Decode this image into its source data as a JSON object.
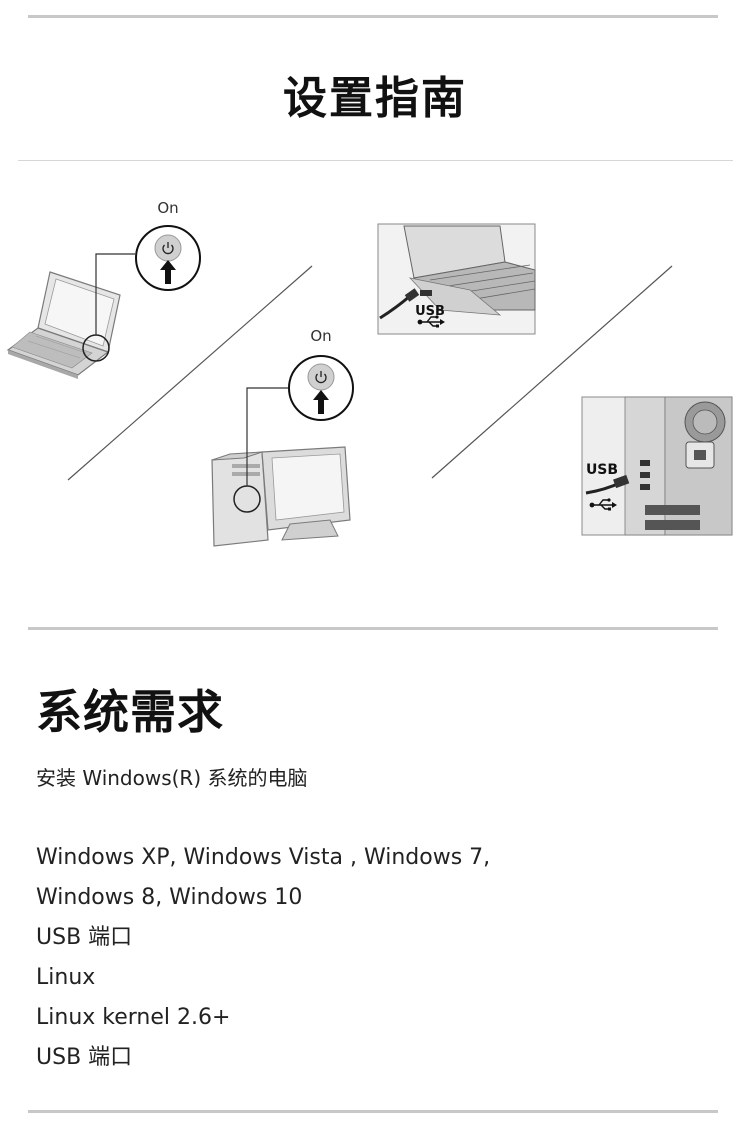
{
  "setup": {
    "title": "设置指南",
    "illustration": {
      "laptop_power_label": "On",
      "desktop_power_label": "On",
      "laptop_usb_label": "USB",
      "desktop_usb_label": "USB",
      "icons": [
        "power-icon",
        "arrow-up-icon",
        "usb-icon"
      ]
    }
  },
  "requirements": {
    "title": "系统需求",
    "subtitle": "安装 Windows(R) 系统的电脑",
    "items": [
      "Windows  XP, Windows Vista , Windows 7,",
      "Windows 8, Windows 10",
      "USB 端口",
      "Linux",
      "Linux kernel 2.6+",
      "USB 端口"
    ]
  }
}
